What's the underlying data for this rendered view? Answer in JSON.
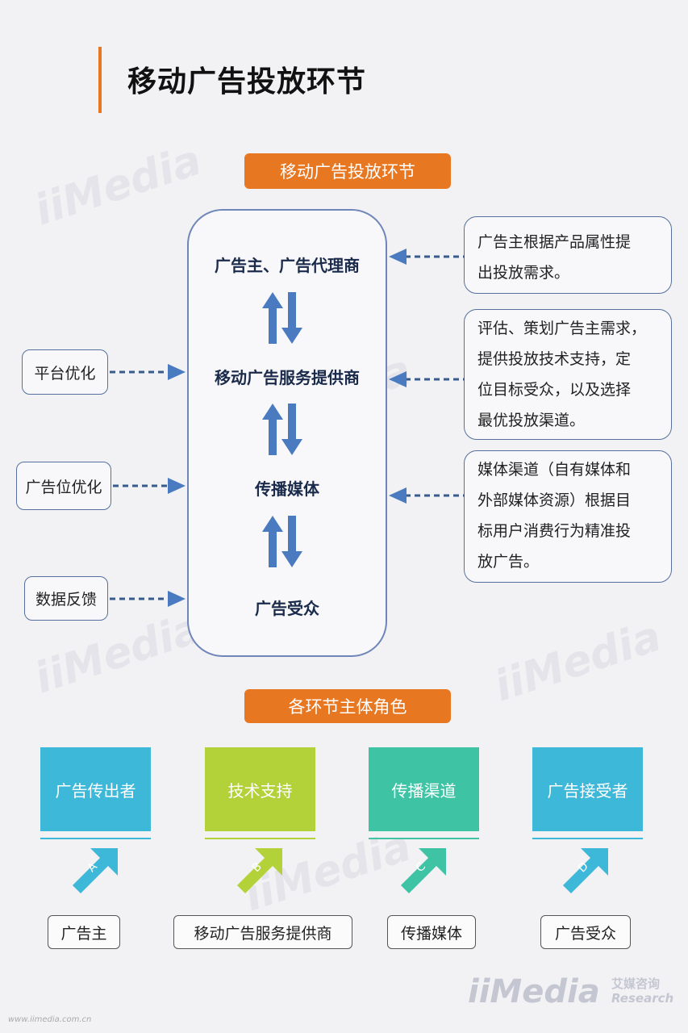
{
  "page_title": "移动广告投放环节",
  "section1_label": "移动广告投放环节",
  "section2_label": "各环节主体角色",
  "flow": {
    "stages": [
      "广告主、广告代理商",
      "移动广告服务提供商",
      "传播媒体",
      "广告受众"
    ]
  },
  "left_inputs": [
    "平台优化",
    "广告位优化",
    "数据反馈"
  ],
  "right_notes": [
    [
      "广告主根据产品属性提",
      "出投放需求。"
    ],
    [
      "评估、策划广告主需求，",
      "提供投放技术支持，定",
      "位目标受众，以及选择",
      "最优投放渠道。"
    ],
    [
      "媒体渠道（自有媒体和",
      "外部媒体资源）根据目",
      "标用户消费行为精准投",
      "放广告。"
    ]
  ],
  "roles": [
    {
      "title": "广告传出者",
      "letter": "A",
      "entity": "广告主",
      "color": "#3db8d8"
    },
    {
      "title": "技术支持",
      "letter": "B",
      "entity": "移动广告服务提供商",
      "color": "#b3d23a"
    },
    {
      "title": "传播渠道",
      "letter": "C",
      "entity": "传播媒体",
      "color": "#3ec4a4"
    },
    {
      "title": "广告接受者",
      "letter": "D",
      "entity": "广告受众",
      "color": "#3db8d8"
    }
  ],
  "colors": {
    "accent": "#e87722",
    "arrow": "#4a7ac0",
    "dashed": "#3a5a8a"
  },
  "watermark": {
    "brand": "iiMedia",
    "cn": "艾媒咨询",
    "en": "Research"
  },
  "footer_url": "www.iimedia.com.cn"
}
